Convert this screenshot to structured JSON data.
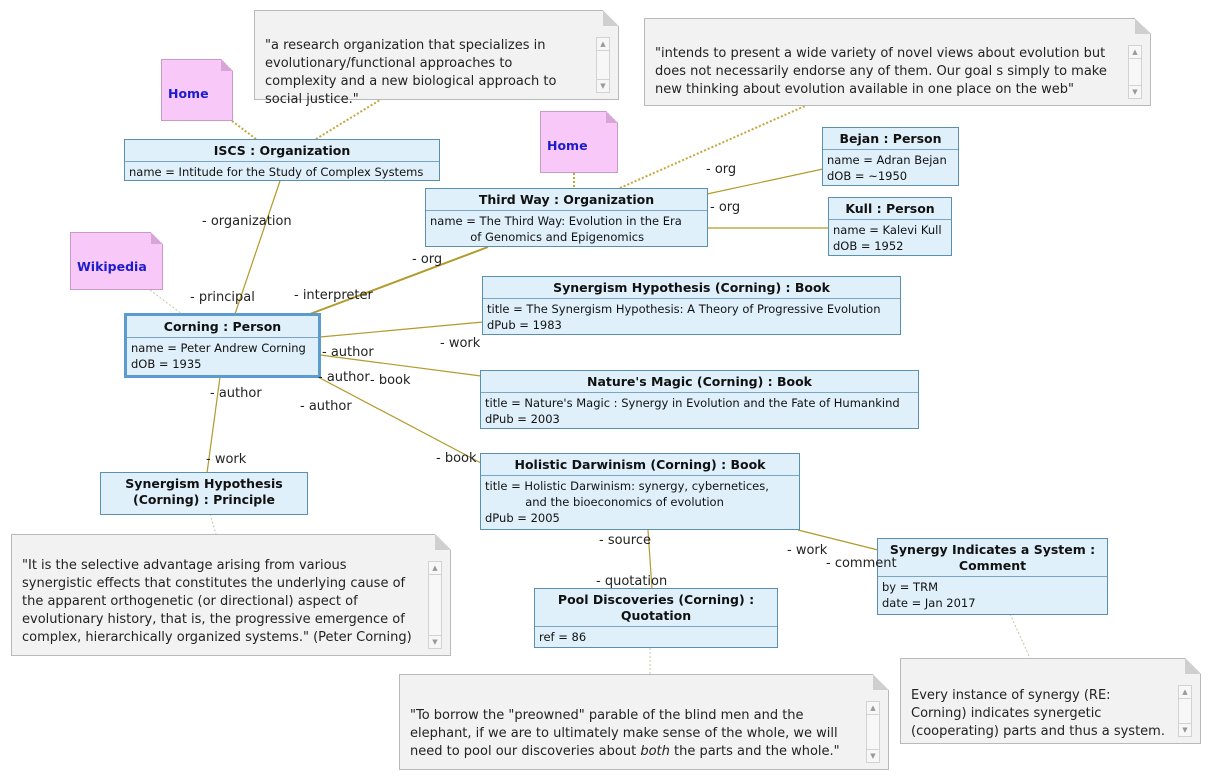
{
  "objects": {
    "iscs": {
      "title": "ISCS : Organization",
      "attrs": [
        "name = Intitude for the Study of Complex Systems"
      ]
    },
    "thirdway": {
      "title": "Third Way : Organization",
      "attrs": [
        "name = The Third Way: Evolution in the Era",
        "           of Genomics and Epigenomics"
      ]
    },
    "bejan": {
      "title": "Bejan : Person",
      "attrs": [
        "name = Adran Bejan",
        "dOB = ~1950"
      ]
    },
    "kull": {
      "title": "Kull : Person",
      "attrs": [
        "name = Kalevi Kull",
        "dOB = 1952"
      ]
    },
    "corning": {
      "title": "Corning : Person",
      "attrs": [
        "name = Peter Andrew Corning",
        "dOB = 1935"
      ]
    },
    "synhyp_book": {
      "title": "Synergism Hypothesis  (Corning) : Book",
      "attrs": [
        "title = The Synergism Hypothesis: A Theory of Progressive Evolution",
        "dPub = 1983"
      ]
    },
    "natmagic": {
      "title": "Nature's Magic (Corning) : Book",
      "attrs": [
        "title = Nature's Magic : Synergy in Evolution and the Fate of Humankind",
        "dPub = 2003"
      ]
    },
    "holistic": {
      "title": "Holistic Darwinism (Corning) : Book",
      "attrs": [
        "title = Holistic Darwinism: synergy, cybernetices,",
        "           and the bioeconomics of evolution",
        "dPub = 2005"
      ]
    },
    "principle": {
      "title_lines": [
        "Synergism Hypothesis",
        "(Corning) : Principle"
      ]
    },
    "pool": {
      "title_lines": [
        "Pool Discoveries (Corning) :",
        "Quotation"
      ],
      "attrs": [
        "ref = 86"
      ]
    },
    "synsys": {
      "title_lines": [
        "Synergy Indicates a System :",
        "Comment"
      ],
      "attrs": [
        "by = TRM",
        "date = Jan 2017"
      ]
    }
  },
  "notes": {
    "iscs": "\"a research organization that specializes in evolutionary/functional approaches to complexity and a new biological approach to social justice.\"",
    "thirdway": "\"intends to present a wide variety of novel views about evolution but does not necessarily endorse any of them. Our goal s simply to make new thinking about evolution available in one place on the web\"",
    "principle": "\"It is the selective advantage arising from various synergistic effects that constitutes the underlying cause of the apparent orthogenetic (or directional) aspect of evolutionary history, that is, the progressive emergence of complex, hierarchically organized systems.\" (Peter Corning)",
    "pool_pre": "\"To borrow the \"preowned\" parable of the blind men and the elephant, if we are to ultimately make sense of the whole, we will need to pool our discoveries about ",
    "pool_em": "both",
    "pool_post": " the parts and the whole.\"",
    "synsys": "Every instance of synergy (RE: Corning) indicates synergetic (cooperating) parts and thus a system."
  },
  "link_notes": {
    "home1": "Home",
    "home2": "Home",
    "wikipedia": "Wikipedia"
  },
  "labels": {
    "organization": "- organization",
    "principal": "- principal",
    "interpreter": "- interpreter",
    "org_a": "- org",
    "org_b": "- org",
    "org_c": "- org",
    "author1": "- author",
    "author2": "- author",
    "author3": "- author",
    "author4": "- author",
    "work1": "- work",
    "work2": "- work",
    "work3": "- work",
    "book1": "- book",
    "book2": "- book",
    "source": "- source",
    "quotation": "- quotation",
    "comment": "- comment"
  },
  "colors": {
    "object_fill": "#dff0fb",
    "object_border": "#5b8fb0",
    "link_line": "#b39a2a",
    "note_fill": "#f2f2f2",
    "hyperlink_note": "#f8c8f8"
  }
}
